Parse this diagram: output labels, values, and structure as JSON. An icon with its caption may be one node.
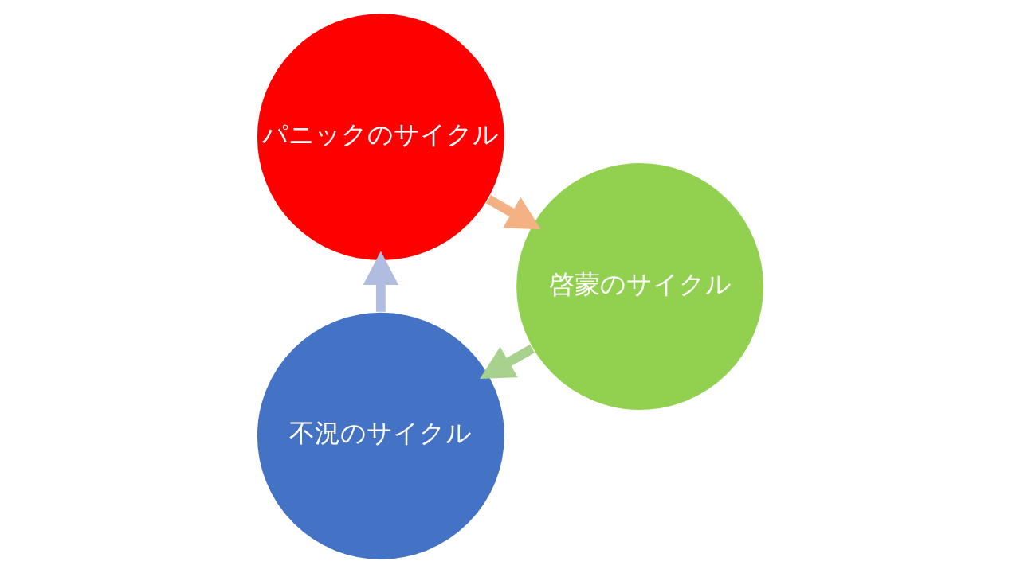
{
  "diagram": {
    "nodes": [
      {
        "text": [
          "不況のサイクル"
        ]
      },
      {
        "text": [
          "パニックのサイクル"
        ]
      },
      {
        "text": [
          "啓蒙のサイクル"
        ]
      }
    ],
    "edges": [
      {
        "from": 0,
        "to": 1,
        "arrow": "to",
        "color": "#b0bde0"
      },
      {
        "from": 1,
        "to": 2,
        "arrow": "to",
        "color": "#f4b183"
      },
      {
        "from": 2,
        "to": 0,
        "arrow": "to",
        "color": "#a9d18e"
      }
    ]
  }
}
